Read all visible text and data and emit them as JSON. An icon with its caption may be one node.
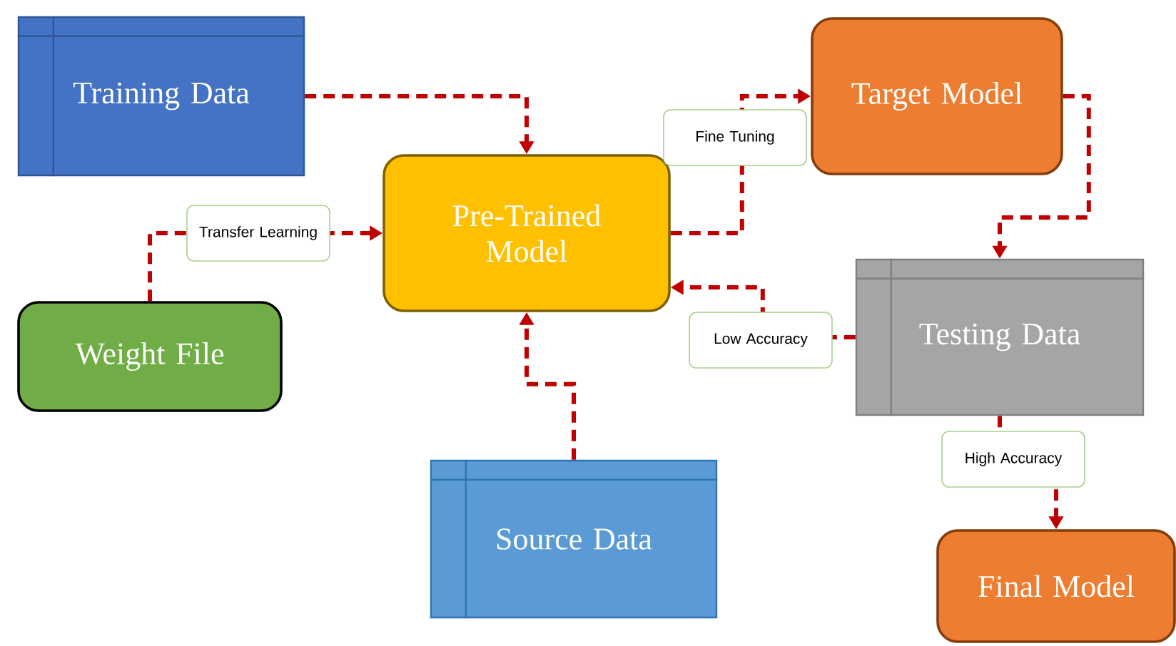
{
  "diagram": {
    "nodes": [
      {
        "text": [
          "Training Data"
        ]
      },
      {
        "text": [
          "Pre-Trained Model"
        ]
      },
      {
        "text": [
          "Weight File"
        ]
      },
      {
        "text": [
          "Target Model"
        ]
      },
      {
        "text": [
          "Testing Data"
        ]
      },
      {
        "text": [
          "Source Data"
        ]
      },
      {
        "text": [
          "Final Model"
        ]
      }
    ],
    "edges": [
      {
        "from": 0,
        "to": 1,
        "arrow": "to"
      },
      {
        "from": 2,
        "to": 1,
        "arrow": "to",
        "label": "Transfer Learning"
      },
      {
        "from": 5,
        "to": 1,
        "arrow": "to"
      },
      {
        "from": 1,
        "to": 3,
        "arrow": "to",
        "label": "Fine Tuning"
      },
      {
        "from": 3,
        "to": 4,
        "arrow": "to"
      },
      {
        "from": 4,
        "to": 1,
        "arrow": "to",
        "label": "Low Accuracy"
      },
      {
        "from": 4,
        "to": 6,
        "arrow": "to",
        "label": "High Accuracy"
      }
    ]
  }
}
